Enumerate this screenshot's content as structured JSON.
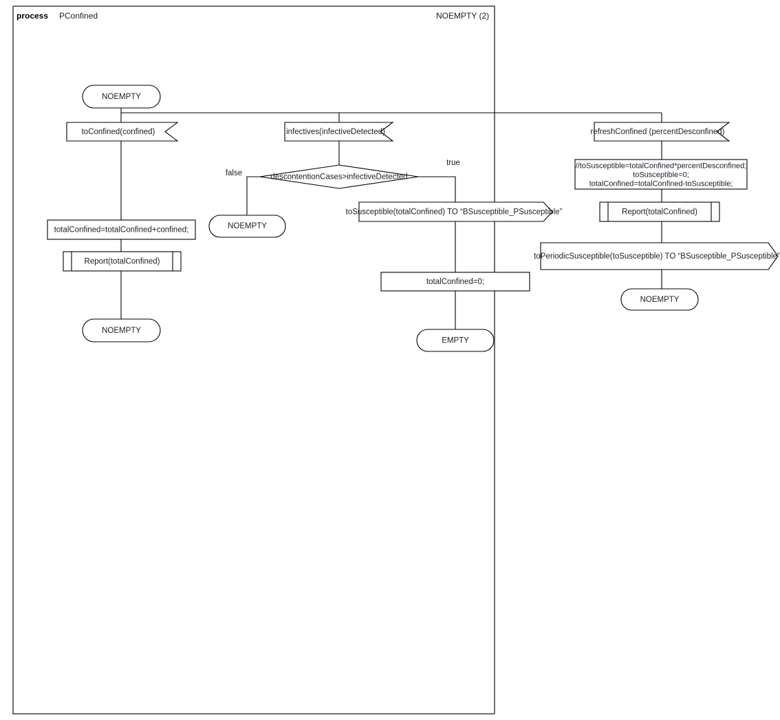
{
  "page": {
    "header_keyword": "process",
    "header_name": "PConfined",
    "header_right": "NOEMPTY (2)",
    "frame_color": "#6e6e6e",
    "shape_stroke_color": "#000000",
    "text_color": "#1b1b2b",
    "background": "#ffffff"
  },
  "diagram": {
    "type": "sdl-process-diagram",
    "start_state": "NOEMPTY",
    "branches": [
      {
        "id": "left",
        "input": "toConfined(confined)",
        "task": "totalConfined=totalConfined+confined;",
        "procedure_call": "Report(totalConfined)",
        "next_state": "NOEMPTY"
      },
      {
        "id": "middle",
        "input": "infectives(infectiveDetected)",
        "decision": "descontentionCases>infectiveDetected",
        "decision_false_label": "false",
        "decision_true_label": "true",
        "false_next_state": "NOEMPTY",
        "true_output": "toSusceptible(totalConfined) TO “BSusceptible_PSusceptible”",
        "true_task": "totalConfined=0;",
        "true_next_state": "EMPTY"
      },
      {
        "id": "right",
        "input": "refreshConfined (percentDesconfined)",
        "task_lines": [
          "//toSusceptible=totalConfined*percentDesconfined;",
          "toSusceptible=0;",
          "totalConfined=totalConfined-toSusceptible;"
        ],
        "procedure_call": "Report(totalConfined)",
        "output": "toPeriodicSusceptible(toSusceptible) TO “BSusceptible_PSusceptible”",
        "next_state": "NOEMPTY"
      }
    ]
  }
}
